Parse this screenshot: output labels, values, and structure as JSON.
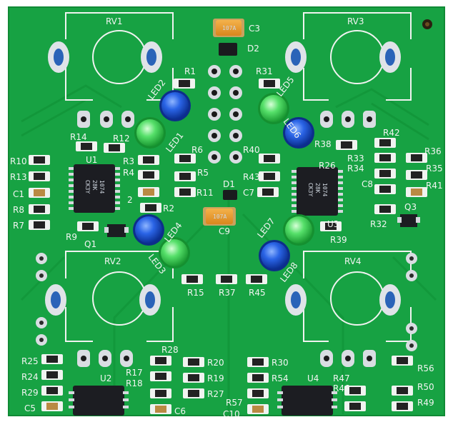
{
  "board": {
    "refs": {
      "rv1": "RV1",
      "rv2": "RV2",
      "rv3": "RV3",
      "rv4": "RV4",
      "c3": "C3",
      "d2": "D2",
      "d1": "D1",
      "c9": "C9",
      "c7": "C7",
      "r1": "R1",
      "r31": "R31",
      "r6": "R6",
      "r40": "R40",
      "r43": "R43",
      "r11": "R11",
      "led1": "LED1",
      "led2": "LED2",
      "led3": "LED3",
      "led4": "LED4",
      "led5": "LED5",
      "led6": "LED6",
      "led7": "LED7",
      "led8": "LED8",
      "r14": "R14",
      "r12": "R12",
      "r3": "R3",
      "r4": "R4",
      "r5": "R5",
      "r2": "R2",
      "r10": "R10",
      "r13": "R13",
      "c1": "C1",
      "r8": "R8",
      "r7": "R7",
      "r9": "R9",
      "u1": "U1",
      "q1": "Q1",
      "two": "2",
      "r38": "R38",
      "r42": "R42",
      "r33": "R33",
      "r34": "R34",
      "r36": "R36",
      "r35": "R35",
      "r41": "R41",
      "r26": "R26",
      "c8": "C8",
      "u3": "U3",
      "r39": "R39",
      "r32": "R32",
      "q3": "Q3",
      "r15": "R15",
      "r37": "R37",
      "r45": "R45",
      "r28": "R28",
      "r25": "R25",
      "r24": "R24",
      "r29": "R29",
      "c5": "C5",
      "u2": "U2",
      "r17": "R17",
      "r18": "R18",
      "c6": "C6",
      "r20": "R20",
      "r19": "R19",
      "r27": "R27",
      "r30": "R30",
      "r54": "R54",
      "r57": "R57",
      "c10": "C10",
      "u4": "U4",
      "r47": "R47",
      "r46": "R46",
      "r56": "R56",
      "r50": "R50",
      "r49": "R49"
    },
    "chip_marking": [
      "1074",
      "28K",
      "CK3Y"
    ],
    "cap_marking": "107A",
    "colors": {
      "background": "#ffffff",
      "pcb_green": "#16a040",
      "pcb_dark": "#0f8a34",
      "silkscreen": "#f4f6f4",
      "pad_silver": "#d9dde2",
      "led_blue": "#1f55d8",
      "led_green": "#3cd65a",
      "tantalum": "#e69a2a",
      "ic_black": "#1c1d22"
    }
  }
}
